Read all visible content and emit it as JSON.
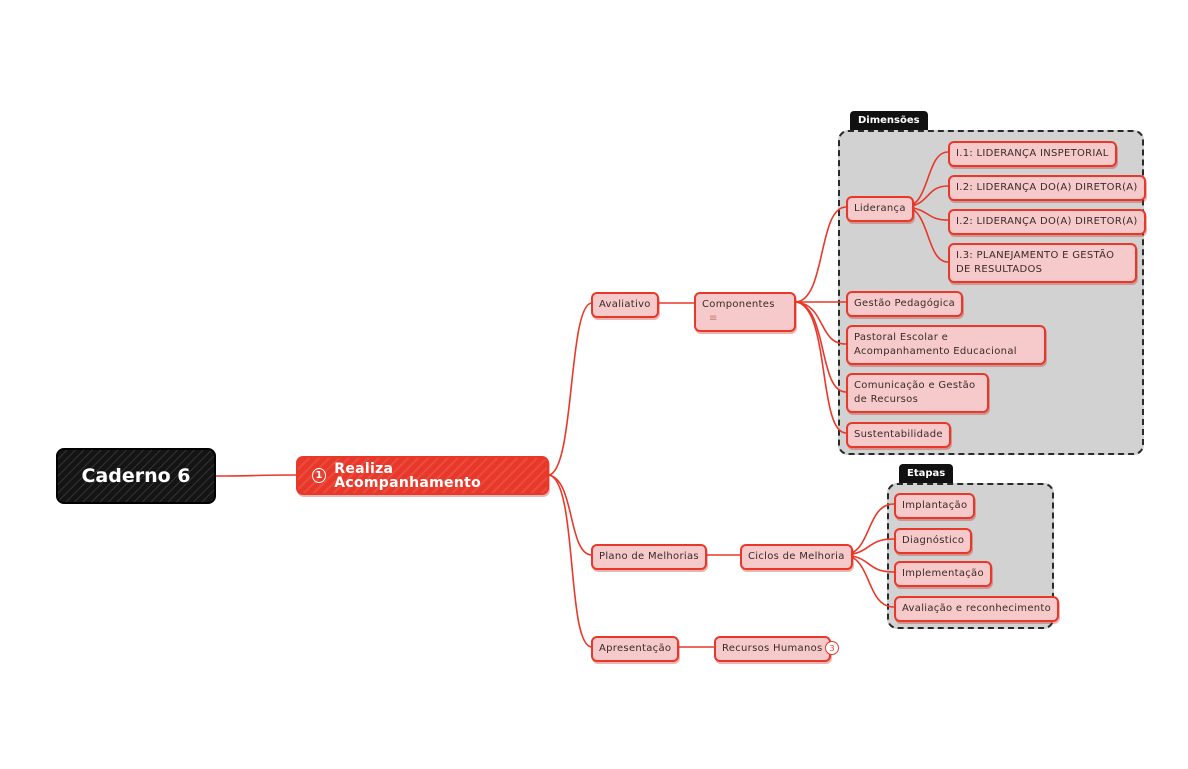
{
  "colors": {
    "accent": "#e8382a",
    "node_fill": "#f6caca",
    "root_fill": "#141414",
    "group_fill": "#d2d2d2"
  },
  "root": {
    "label": "Caderno 6"
  },
  "center": {
    "number": "1",
    "label": "Realiza Acompanhamento"
  },
  "branches": {
    "avaliativo": "Avaliativo",
    "componentes": "Componentes",
    "componentes_icon": "notes-icon",
    "plano": "Plano de Melhorias",
    "ciclos": "Ciclos de Melhoria",
    "apresentacao": "Apresentação",
    "recursos": "Recursos Humanos",
    "recursos_count": "3"
  },
  "dimensoes": {
    "label": "Dimensões",
    "lideranca": "Liderança",
    "lideranca_items": [
      "I.1: LIDERANÇA INSPETORIAL",
      "I.2: LIDERANÇA DO(A) DIRETOR(A)",
      "I.2: LIDERANÇA DO(A) DIRETOR(A)",
      "I.3: PLANEJAMENTO E GESTÃO DE RESULTADOS"
    ],
    "gestao": "Gestão Pedagógica",
    "pastoral": "Pastoral Escolar e Acompanhamento Educacional",
    "comunicacao": "Comunicação e Gestão de Recursos",
    "sustentabilidade": "Sustentabilidade"
  },
  "etapas": {
    "label": "Etapas",
    "items": [
      "Implantação",
      "Diagnóstico",
      "Implementação",
      "Avaliação e reconhecimento"
    ]
  }
}
